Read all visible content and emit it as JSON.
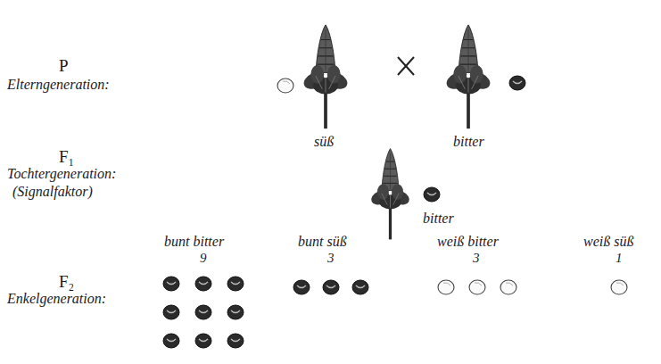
{
  "diagram": {
    "labels": [
      "P",
      "Elterngeneration:",
      "süß",
      "bitter",
      "F₁",
      "Tochtergeneration:",
      "(Signalfaktor)",
      "bitter",
      "bunt bitter",
      "9",
      "bunt süß",
      "3",
      "weiß bitter",
      "3",
      "weiß süß",
      "1",
      "F₂",
      "Enkelgeneration:"
    ]
  }
}
